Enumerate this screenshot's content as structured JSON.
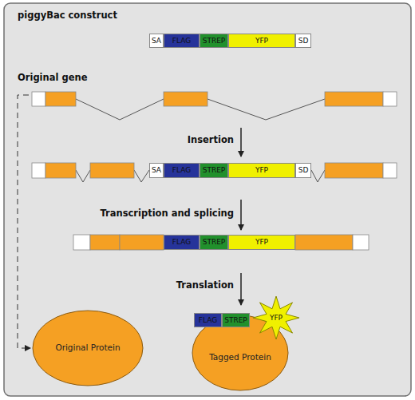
{
  "diagram": {
    "nodes": [
      {
        "text": [
          "SA"
        ]
      },
      {
        "text": [
          "FLAG"
        ]
      },
      {
        "text": [
          "STREP"
        ]
      },
      {
        "text": [
          "YFP"
        ]
      },
      {
        "text": [
          "SD"
        ]
      },
      {
        "text": [
          "SA"
        ]
      },
      {
        "text": [
          "FLAG"
        ]
      },
      {
        "text": [
          "STREP"
        ]
      },
      {
        "text": [
          "YFP"
        ]
      },
      {
        "text": [
          "SD"
        ]
      },
      {
        "text": [
          "FLAG"
        ]
      },
      {
        "text": [
          "STREP"
        ]
      },
      {
        "text": [
          "YFP"
        ]
      },
      {
        "text": [
          "Original Protein"
        ]
      },
      {
        "text": [
          "Tagged Protein"
        ]
      },
      {
        "text": [
          "FLAG"
        ]
      },
      {
        "text": [
          "STREP"
        ]
      },
      {
        "text": [
          "YFP"
        ]
      }
    ],
    "labels": [
      "piggyBac construct",
      "Original gene",
      "Insertion",
      "Transcription and splicing",
      "Translation"
    ]
  }
}
